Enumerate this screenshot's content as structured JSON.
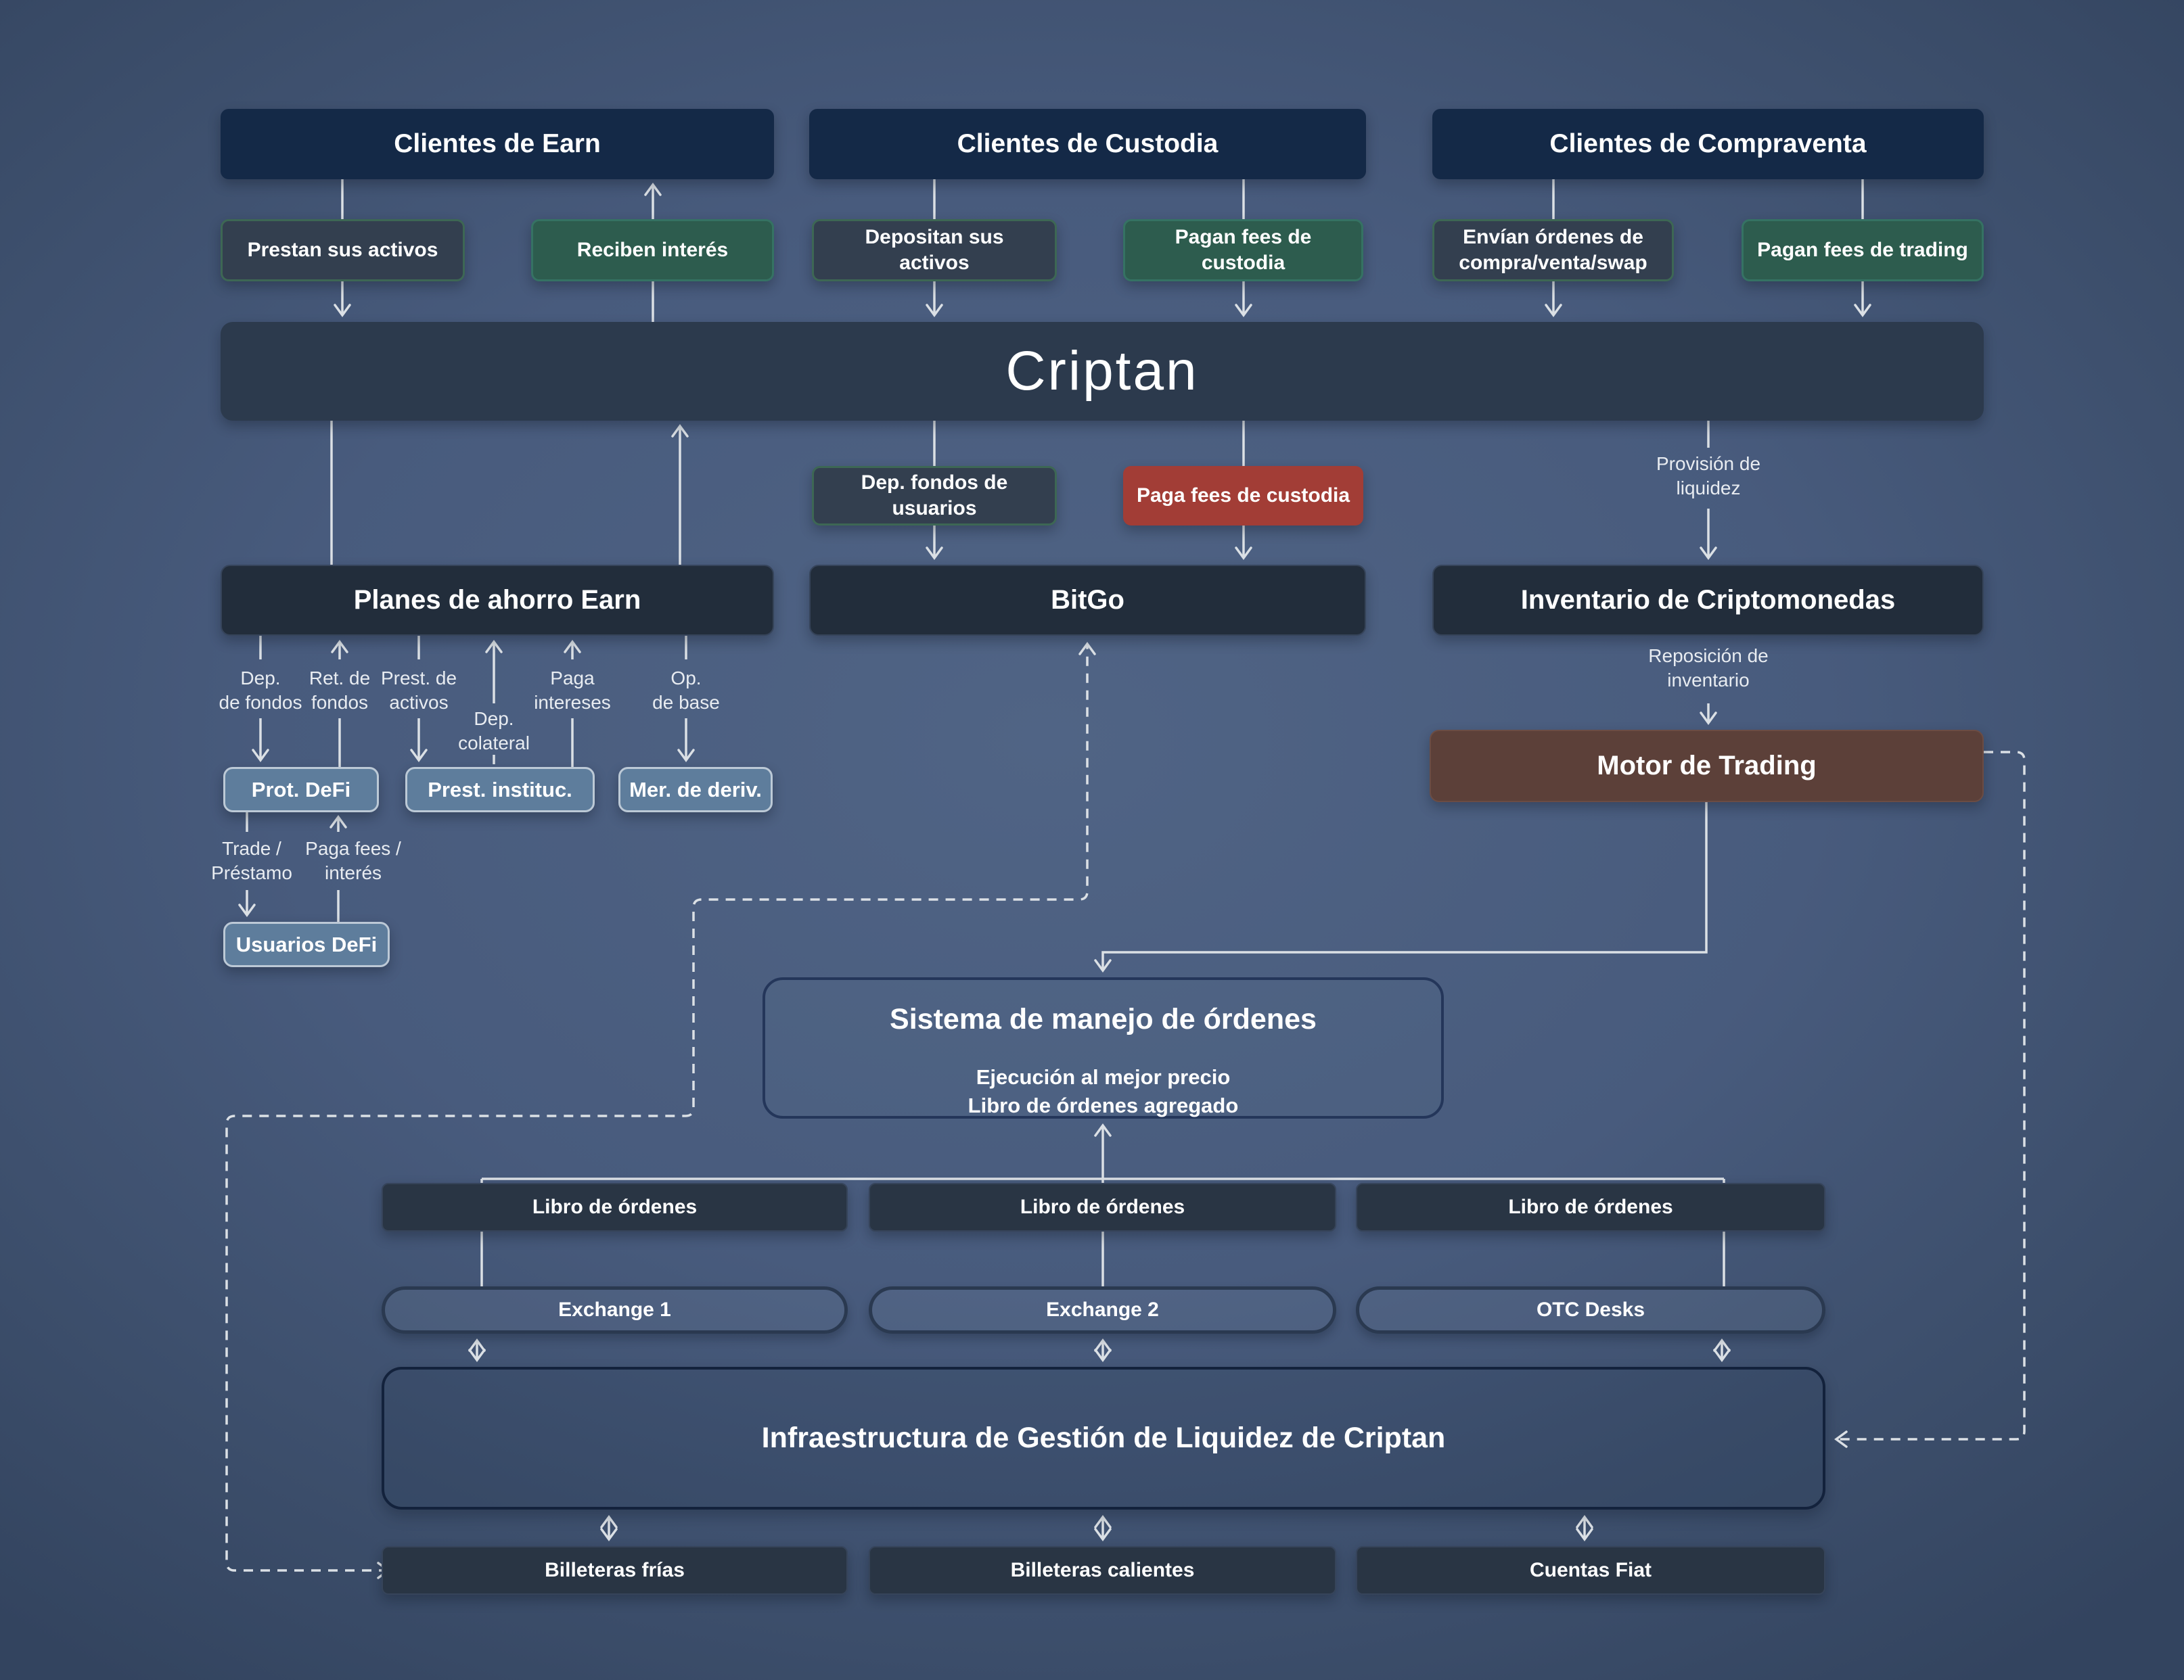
{
  "palette": {
    "background_center": "#506485",
    "background_edge": "#33445f",
    "navy_box": "#142947",
    "charcoal_box": "#222d3b",
    "slate_box": "#333f4f",
    "green_box": "#2d5c4e",
    "red_box": "#a23d36",
    "maroon_box": "#5c4039",
    "steel_blue_box": "#5e7d9c",
    "line_color": "#dbe0e5",
    "text_color": "#ffffff"
  },
  "nodes": {
    "earn_title": "Clientes de Earn",
    "custodia_title": "Clientes de Custodia",
    "compraventa_title": "Clientes de Compraventa",
    "prestan": "Prestan sus activos",
    "reciben": "Reciben interés",
    "depositan": "Depositan sus activos",
    "pagan_fees_custodia": "Pagan fees de custodia",
    "envian": "Envían órdenes de compra/venta/swap",
    "pagan_fees_trading": "Pagan fees de trading",
    "criptan": "Criptan",
    "dep_fondos_usuarios": "Dep. fondos de usuarios",
    "paga_fees_custodia": "Paga fees de custodia",
    "planes": "Planes de ahorro Earn",
    "bitgo": "BitGo",
    "inventario": "Inventario de Criptomonedas",
    "motor": "Motor de Trading",
    "prot_defi": "Prot. DeFi",
    "prest_instituc": "Prest. instituc.",
    "mer_deriv": "Mer. de deriv.",
    "usuarios_defi": "Usuarios DeFi",
    "oms_title": "Sistema de manejo de órdenes",
    "oms_line1": "Ejecución al mejor precio",
    "oms_line2": "Libro de órdenes agregado",
    "libro": "Libro de órdenes",
    "exchange1": "Exchange 1",
    "exchange2": "Exchange 2",
    "otc": "OTC Desks",
    "infra": "Infraestructura de Gestión de Liquidez de Criptan",
    "billeteras_frias": "Billeteras frías",
    "billeteras_calientes": "Billeteras calientes",
    "cuentas_fiat": "Cuentas Fiat"
  },
  "flow_labels": {
    "provision": "Provisión de\nliquidez",
    "reposicion": "Reposición de\ninventario",
    "dep_fondos": "Dep.\nde fondos",
    "ret_fondos": "Ret. de\nfondos",
    "prest_activos": "Prest. de\nactivos",
    "dep_colateral": "Dep.\ncolateral",
    "paga_intereses": "Paga\nintereses",
    "op_base": "Op.\nde base",
    "trade_prestamo": "Trade /\nPréstamo",
    "paga_fees_interes": "Paga fees /\ninterés"
  }
}
